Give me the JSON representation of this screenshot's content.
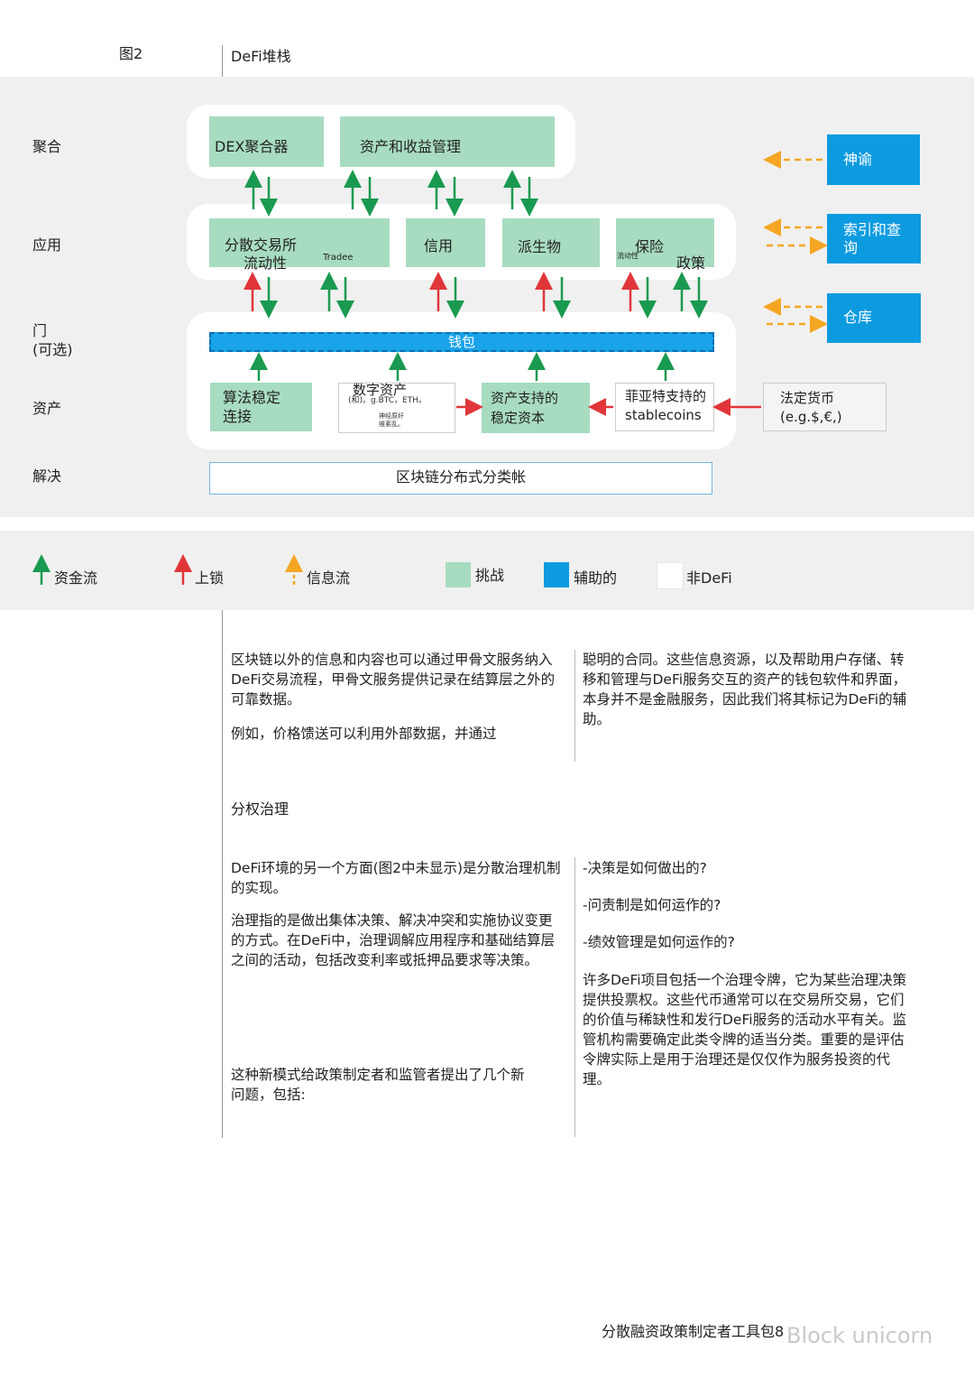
{
  "figure": {
    "number": "图2",
    "title": "DeFi堆栈"
  },
  "rows": {
    "aggregation": "聚合",
    "application": "应用",
    "gate": "门\n(可选)",
    "asset": "资产",
    "settlement": "解决"
  },
  "aggregation": {
    "dex": "DEX聚合器",
    "asset_mgmt": "资产和收益管理"
  },
  "application": {
    "dex_line1": "分散交易所",
    "dex_line2": "流动性",
    "dex_small": "Tradee",
    "credit": "信用",
    "derivatives": "派生物",
    "insurance": "保险",
    "insurance_small": "流动性",
    "insurance_policy": "政策"
  },
  "wallet": "钱包",
  "asset": {
    "algo": "算法稳定\n连接",
    "digital": "数字资产",
    "digital_small1": "(和)。g.BTC，ETH。",
    "digital_small2": "神经原纤\n维紊乱。",
    "backed": "资产支持的\n稳定资本",
    "fiat_backed_line1": "菲亚特支持的",
    "fiat_backed_line2": "stablecoins",
    "fiat": "法定货币\n(e.g.$,€,)"
  },
  "settlement": "区块链分布式分类帐",
  "auxiliary": {
    "oracle": "神谕",
    "index": "索引和查\n询",
    "warehouse": "仓库"
  },
  "legend": {
    "fund_flow": "资金流",
    "lock": "上锁",
    "info_flow": "信息流",
    "challenge": "挑战",
    "auxiliary": "辅助的",
    "non_defi": "非DeFi"
  },
  "colors": {
    "green_box": "#a8dcc0",
    "blue_box": "#0d9be0",
    "fund_arrow": "#1a9a50",
    "lock_arrow": "#e0363a",
    "info_arrow": "#f5a623"
  },
  "text": {
    "p1": "区块链以外的信息和内容也可以通过甲骨文服务纳入DeFi交易流程，甲骨文服务提供记录在结算层之外的可靠数据。",
    "p2": "例如，价格馈送可以利用外部数据，并通过",
    "p3": "聪明的合同。这些信息资源，以及帮助用户存储、转移和管理与DeFi服务交互的资产的钱包软件和界面，本身并不是金融服务，因此我们将其标记为DeFi的辅助。",
    "heading": "分权治理",
    "p4": "DeFi环境的另一个方面(图2中未显示)是分散治理机制的实现。",
    "p5": "治理指的是做出集体决策、解决冲突和实施协议变更的方式。在DeFi中，治理调解应用程序和基础结算层之间的活动，包括改变利率或抵押品要求等决策。",
    "p6": "这种新模式给政策制定者和监管者提出了几个新问题，包括:",
    "q1": "-决策是如何做出的?",
    "q2": "-问责制是如何运作的?",
    "q3": "-绩效管理是如何运作的?",
    "p7": "许多DeFi项目包括一个治理令牌，它为某些治理决策提供投票权。这些代币通常可以在交易所交易，它们的价值与稀缺性和发行DeFi服务的活动水平有关。监管机构需要确定此类令牌的适当分类。重要的是评估令牌实际上是用于治理还是仅仅作为服务投资的代理。"
  },
  "footer": "分散融资政策制定者工具包8",
  "watermark": "Block unicorn"
}
